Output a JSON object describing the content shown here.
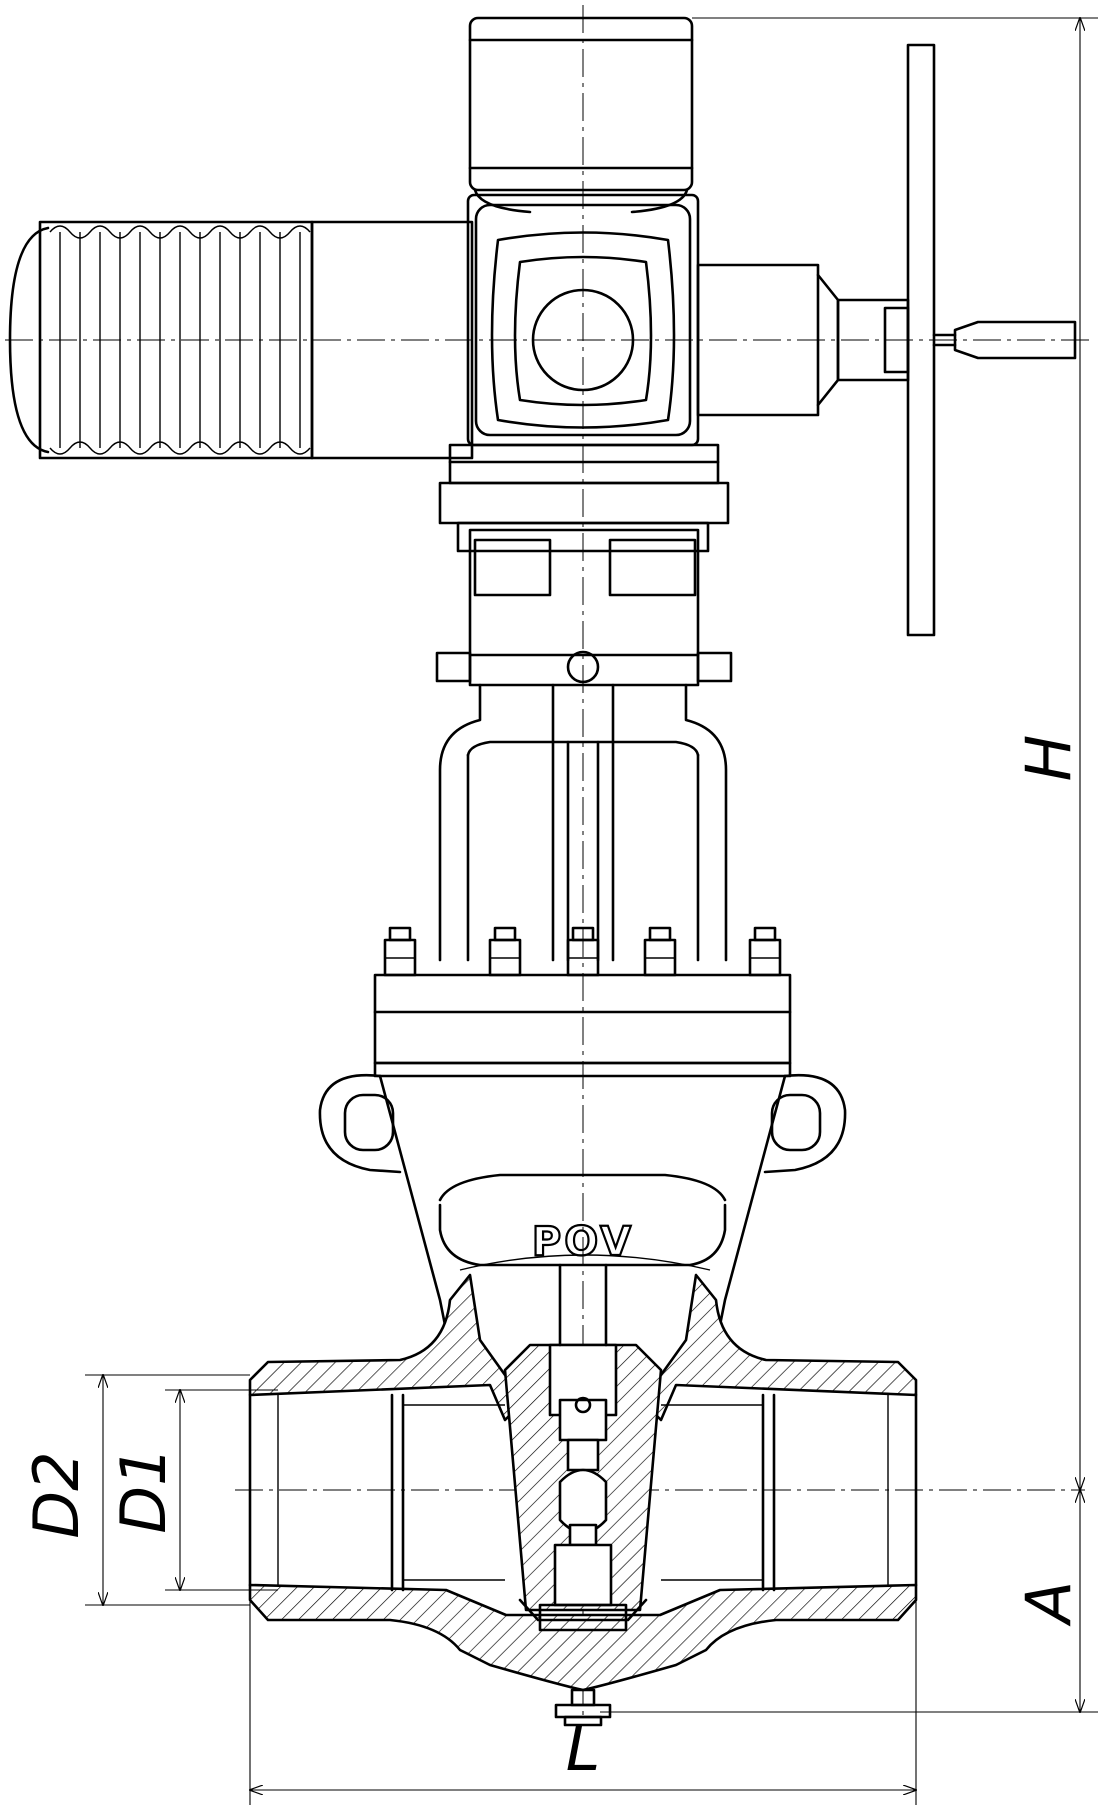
{
  "drawing": {
    "brand_mark": "POV",
    "dimensions": {
      "height_label": "H",
      "center_to_bottom_label": "A",
      "length_label": "L",
      "inner_diameter_label": "D1",
      "outer_diameter_label": "D2"
    }
  }
}
